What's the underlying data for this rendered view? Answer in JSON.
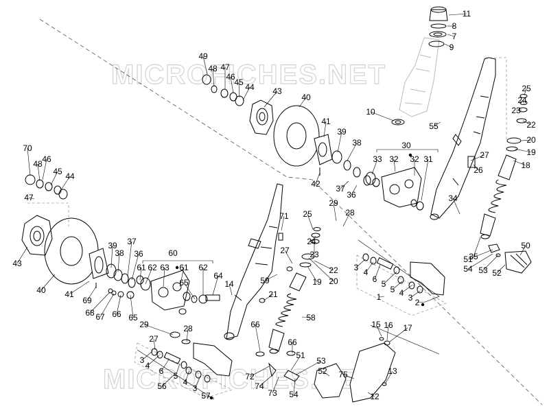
{
  "watermark": "MICROFICHES.NET",
  "colors": {
    "line": "#000000",
    "ghost": "#b8b8b8",
    "watermark": "#d2d2d2"
  },
  "labels": [
    "11",
    "8",
    "7",
    "9",
    "10",
    "55",
    "49",
    "48",
    "47",
    "46",
    "45",
    "44",
    "43",
    "40",
    "41",
    "39",
    "38",
    "42",
    "25",
    "24",
    "23",
    "22",
    "20",
    "19",
    "18",
    "27",
    "26",
    "30",
    "33",
    "32",
    "32",
    "31",
    "37",
    "36",
    "34",
    "29",
    "28",
    "35",
    "51",
    "54",
    "53",
    "52",
    "50",
    "70",
    "46",
    "48",
    "45",
    "44",
    "47",
    "43",
    "40",
    "71",
    "25",
    "24",
    "23",
    "27",
    "22",
    "19",
    "20",
    "3",
    "4",
    "6",
    "5",
    "5",
    "4",
    "3",
    "2",
    "1",
    "39",
    "38",
    "37",
    "36",
    "61",
    "62",
    "60",
    "63",
    "61",
    "62",
    "65",
    "64",
    "14",
    "41",
    "69",
    "68",
    "67",
    "66",
    "65",
    "59",
    "21",
    "58",
    "66",
    "66",
    "29",
    "28",
    "27",
    "3",
    "4",
    "6",
    "5",
    "4",
    "3",
    "56",
    "57",
    "15",
    "16",
    "17",
    "13",
    "51",
    "53",
    "52",
    "72",
    "74",
    "73",
    "54",
    "75",
    "12"
  ]
}
